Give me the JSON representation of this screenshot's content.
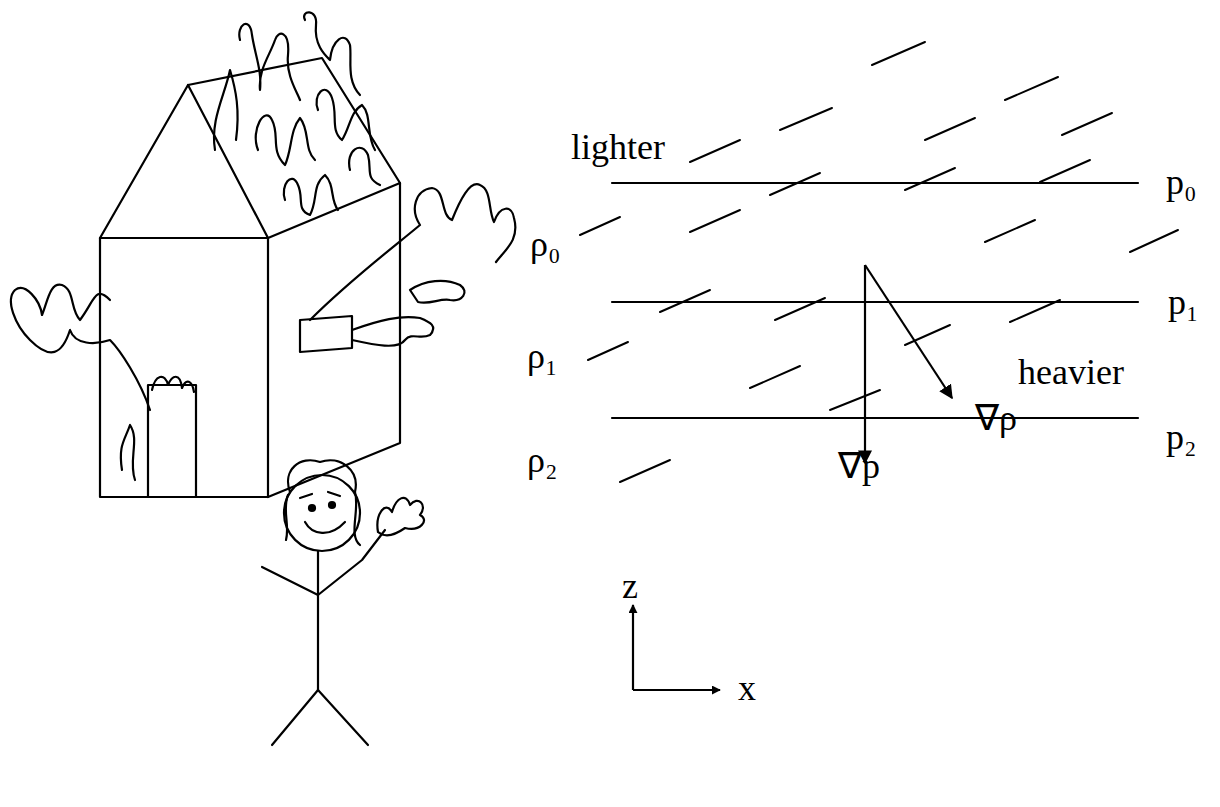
{
  "diagram": {
    "labels": [
      "lighter",
      "p₀",
      "ρ₀",
      "p₁",
      "ρ₁",
      "heavier",
      "∇ρ",
      "p₂",
      "ρ₂",
      "∇p",
      "z",
      "x"
    ]
  }
}
